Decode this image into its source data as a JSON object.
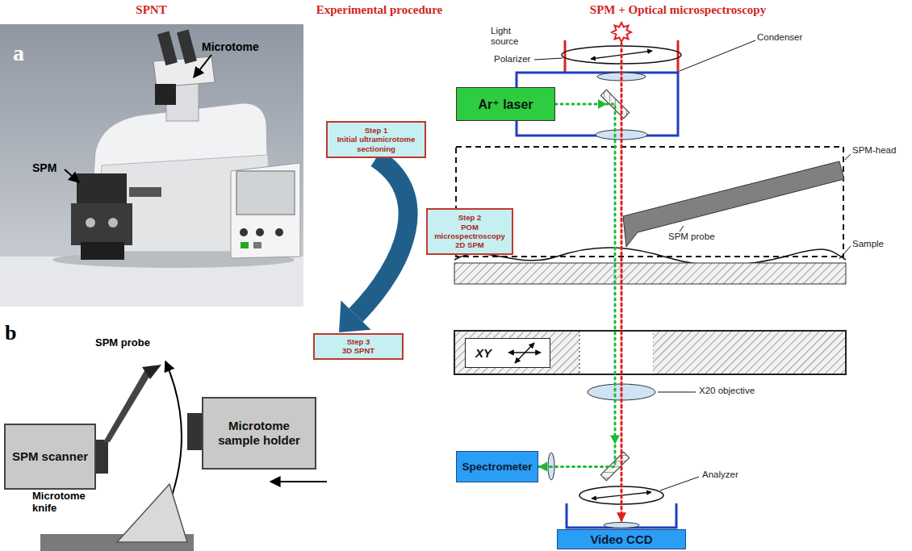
{
  "diagram": {
    "nodes": [
      {
        "text": [
          "SPM scanner"
        ]
      },
      {
        "text": [
          "Microtome sample holder"
        ]
      },
      {
        "text": [
          "Step 1",
          "Initial ultramicrotome sectioning"
        ]
      },
      {
        "text": [
          "Step 2",
          "POM microspectroscopy 2D SPM"
        ]
      },
      {
        "text": [
          "Step 3",
          "3D SPNT"
        ]
      },
      {
        "text": [
          "Ar⁺ laser"
        ]
      },
      {
        "text": [
          "XY"
        ]
      },
      {
        "text": [
          "Spectrometer"
        ]
      },
      {
        "text": [
          "Video CCD"
        ]
      }
    ],
    "edges": [
      {
        "from": 2,
        "to": 4,
        "arrow": "to"
      },
      {
        "from": 5,
        "to": 7,
        "arrow": "to"
      }
    ],
    "labels": [
      "SPNT",
      "Experimental procedure",
      "SPM + Optical microspectroscopy",
      "a",
      "Microtome",
      "SPM",
      "b",
      "SPM probe",
      "Microtome knife",
      "Light source",
      "Polarizer",
      "Condenser",
      "SPM-head",
      "SPM probe",
      "Sample",
      "X20 objective",
      "Analyzer"
    ]
  }
}
